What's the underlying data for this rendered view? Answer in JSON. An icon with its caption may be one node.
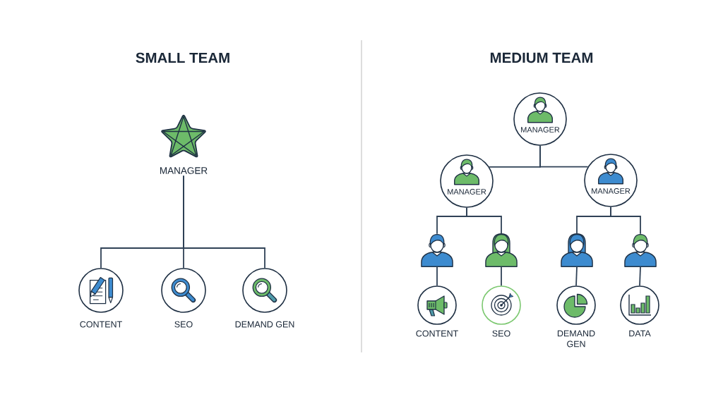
{
  "diagram": {
    "nodes": [
      {
        "text": [
          "MANAGER"
        ]
      },
      {
        "text": [
          "CONTENT"
        ]
      },
      {
        "text": [
          "SEO"
        ]
      },
      {
        "text": [
          "DEMAND GEN"
        ]
      },
      {
        "text": [
          "MANAGER"
        ]
      },
      {
        "text": [
          "MANAGER"
        ]
      },
      {
        "text": [
          "MANAGER"
        ]
      },
      {
        "text": [],
        "shape": "person"
      },
      {
        "text": [],
        "shape": "person"
      },
      {
        "text": [],
        "shape": "person"
      },
      {
        "text": [],
        "shape": "person"
      },
      {
        "text": [
          "CONTENT"
        ]
      },
      {
        "text": [
          "SEO"
        ]
      },
      {
        "text": [
          "DEMAND GEN"
        ]
      },
      {
        "text": [
          "DATA"
        ]
      }
    ],
    "edges": [
      {
        "from": 0,
        "to": 1,
        "arrow": "none"
      },
      {
        "from": 0,
        "to": 2,
        "arrow": "none"
      },
      {
        "from": 0,
        "to": 3,
        "arrow": "none"
      },
      {
        "from": 4,
        "to": 5,
        "arrow": "none"
      },
      {
        "from": 4,
        "to": 6,
        "arrow": "none"
      },
      {
        "from": 5,
        "to": 7,
        "arrow": "none"
      },
      {
        "from": 5,
        "to": 8,
        "arrow": "none"
      },
      {
        "from": 6,
        "to": 9,
        "arrow": "none"
      },
      {
        "from": 6,
        "to": 10,
        "arrow": "none"
      },
      {
        "from": 7,
        "to": 11,
        "arrow": "none"
      },
      {
        "from": 8,
        "to": 12,
        "arrow": "none"
      },
      {
        "from": 9,
        "to": 13,
        "arrow": "none"
      },
      {
        "from": 10,
        "to": 14,
        "arrow": "none"
      }
    ],
    "labels": [
      "SMALL TEAM",
      "MEDIUM TEAM"
    ]
  }
}
